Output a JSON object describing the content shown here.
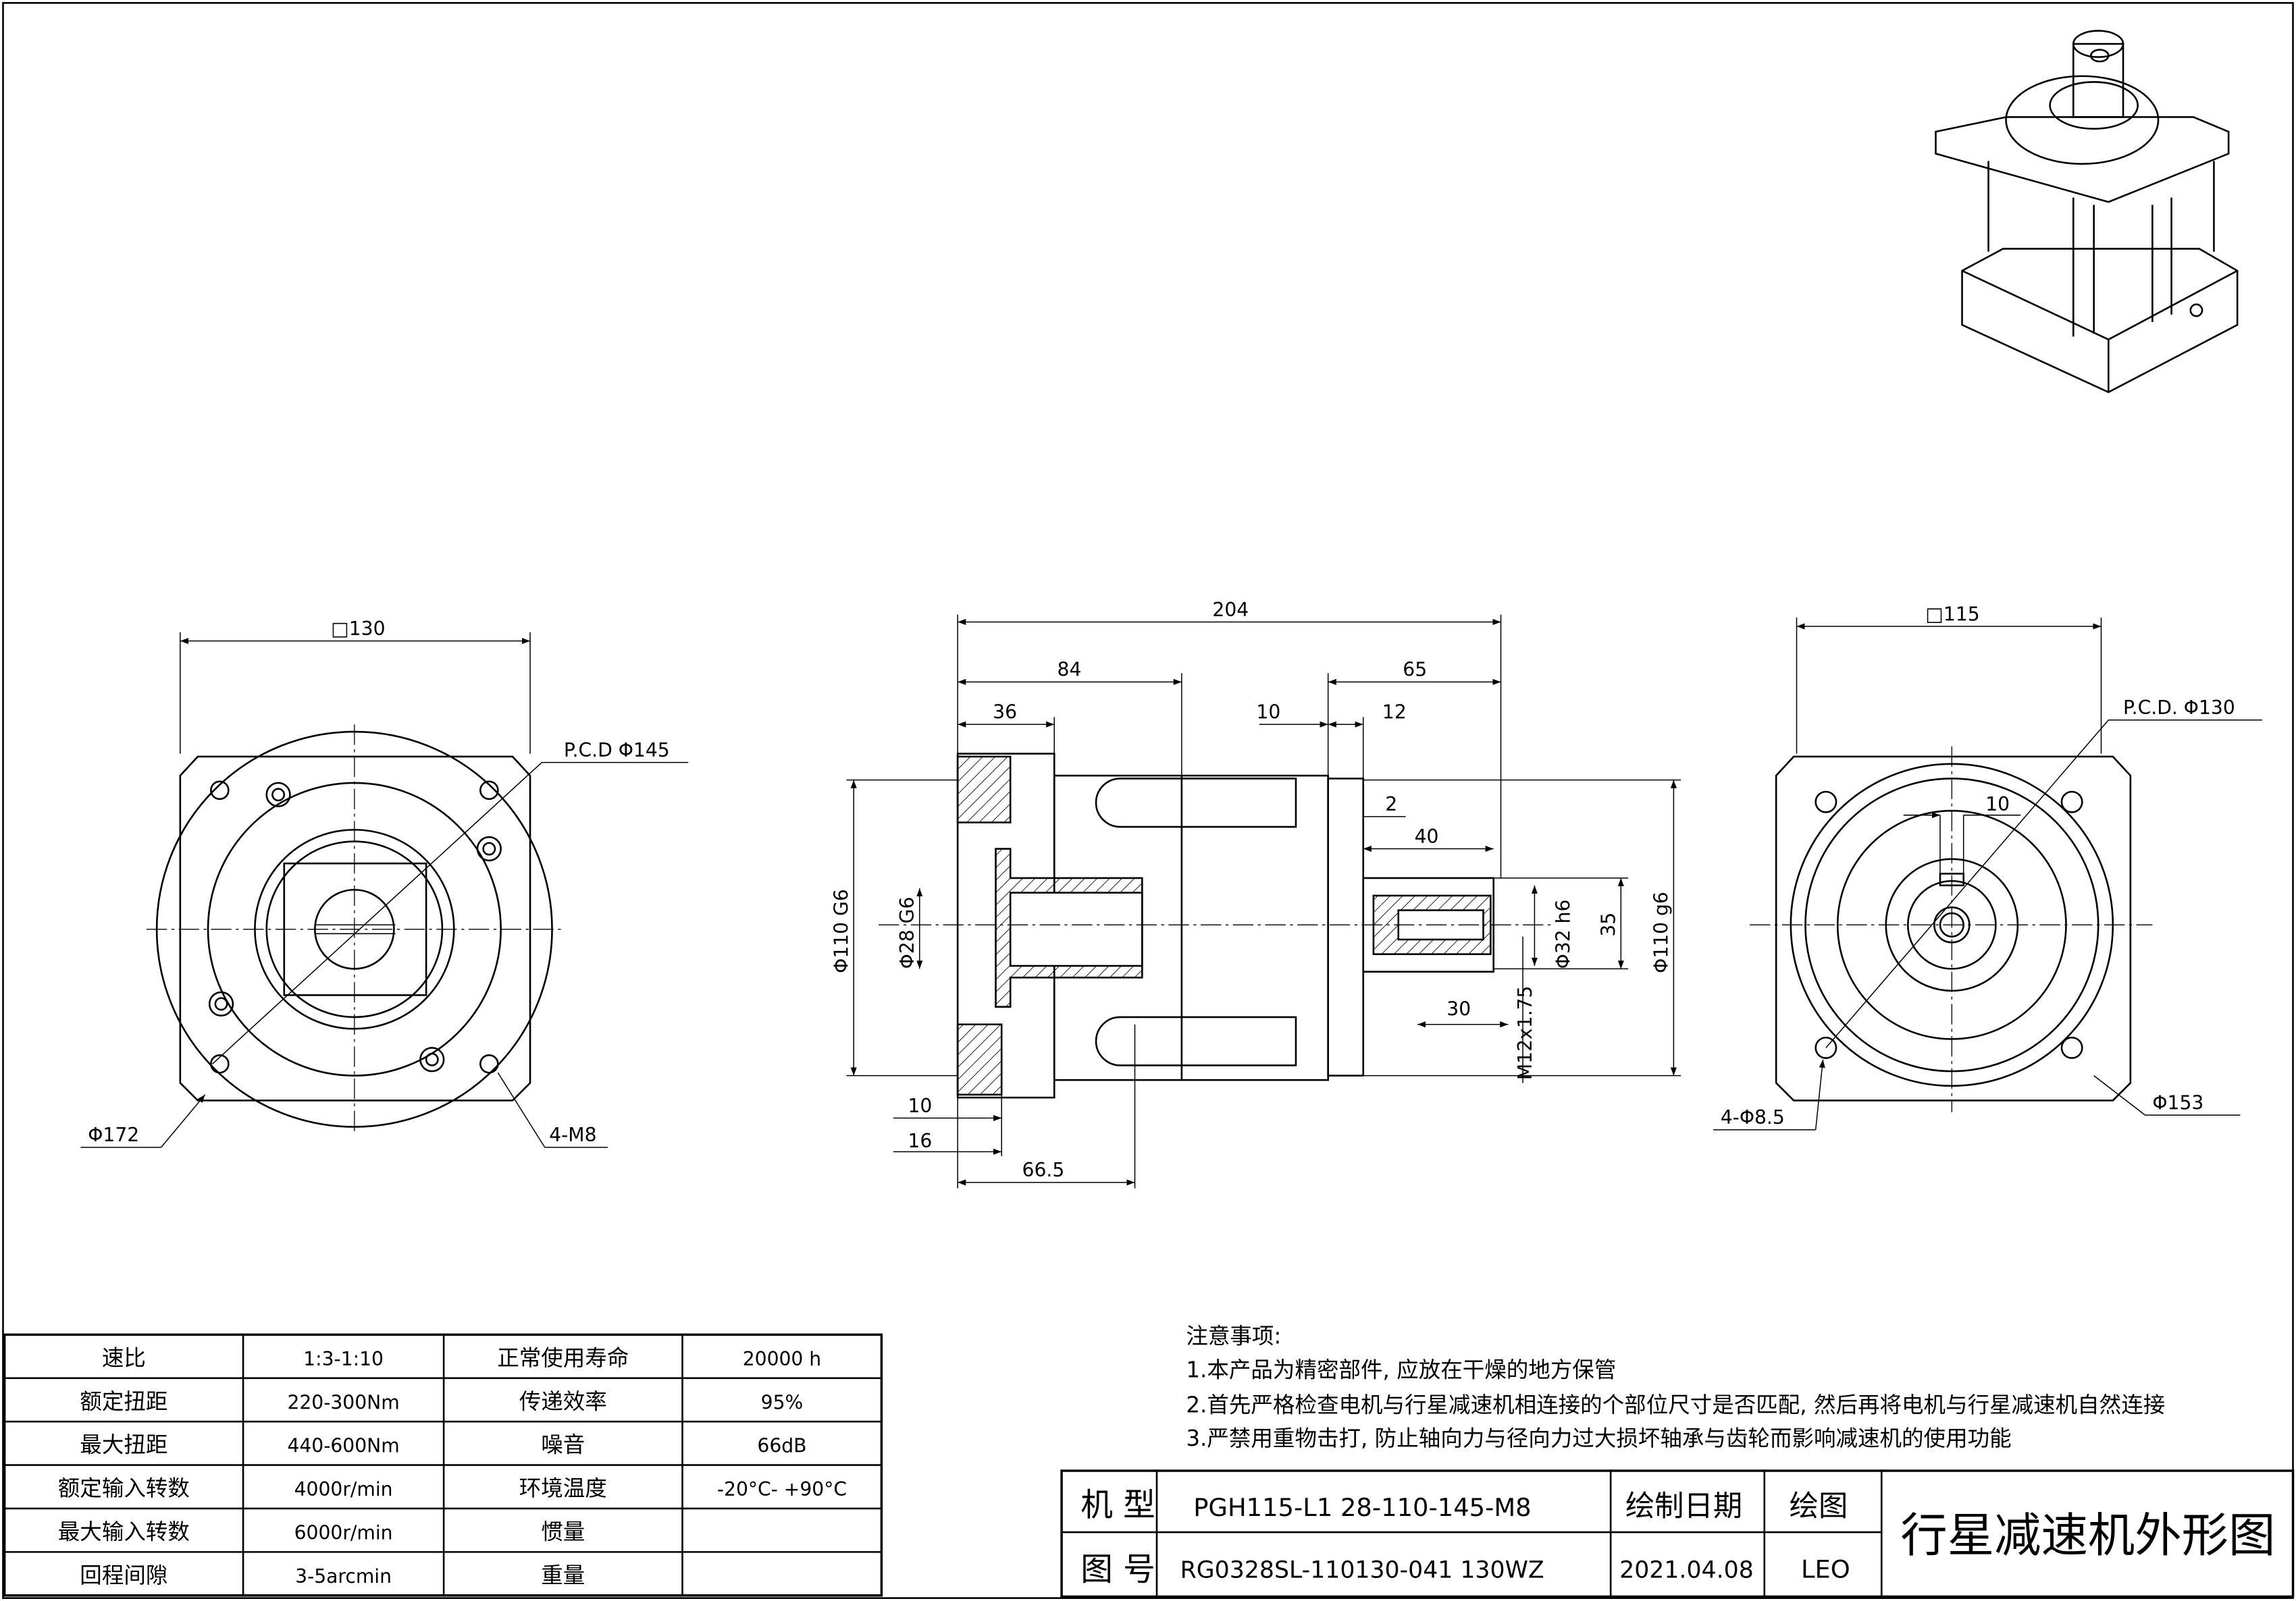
{
  "drawing_title": "行星减速机外形图",
  "front_view": {
    "square": "□130",
    "pcd": "P.C.D Φ145",
    "outer": "Φ172",
    "thread": "4-M8"
  },
  "side_view": {
    "dims": {
      "total": "204",
      "d84": "84",
      "d65": "65",
      "d36": "36",
      "d10a": "10",
      "d12": "12",
      "d2": "2",
      "d40": "40",
      "d30": "30",
      "d10b": "10",
      "d16": "16",
      "d66_5": "66.5"
    },
    "vdims": {
      "flange": "Φ110 G6",
      "bore": "Φ28 G6",
      "shaft": "Φ32 h6",
      "key": "35",
      "pilot": "Φ110 g6",
      "thread": "M12x1.75"
    }
  },
  "rear_view": {
    "square": "□115",
    "pcd": "P.C.D. Φ130",
    "key": "10",
    "holes": "4-Φ8.5",
    "outer": "Φ153"
  },
  "notes": {
    "title": "注意事项:",
    "items": [
      "1.本产品为精密部件, 应放在干燥的地方保管",
      "2.首先严格检查电机与行星减速机相连接的个部位尺寸是否匹配, 然后再将电机与行星减速机自然连接",
      "3.严禁用重物击打, 防止轴向力与径向力过大损坏轴承与齿轮而影响减速机的使用功能"
    ]
  },
  "spec_table": [
    [
      "速比",
      "1:3-1:10",
      "正常使用寿命",
      "20000 h"
    ],
    [
      "额定扭距",
      "220-300Nm",
      "传递效率",
      "95%"
    ],
    [
      "最大扭距",
      "440-600Nm",
      "噪音",
      "66dB"
    ],
    [
      "额定输入转数",
      "4000r/min",
      "环境温度",
      "-20°C- +90°C"
    ],
    [
      "最大输入转数",
      "6000r/min",
      "惯量",
      ""
    ],
    [
      "回程间隙",
      "3-5arcmin",
      "重量",
      ""
    ]
  ],
  "title_block": {
    "model_label": "机 型",
    "model": "PGH115-L1 28-110-145-M8",
    "drawing_no_label": "图 号",
    "drawing_no": "RG0328SL-110130-041 130WZ",
    "date_label": "绘制日期",
    "date": "2021.04.08",
    "drawer_label": "绘图",
    "drawer": "LEO"
  }
}
